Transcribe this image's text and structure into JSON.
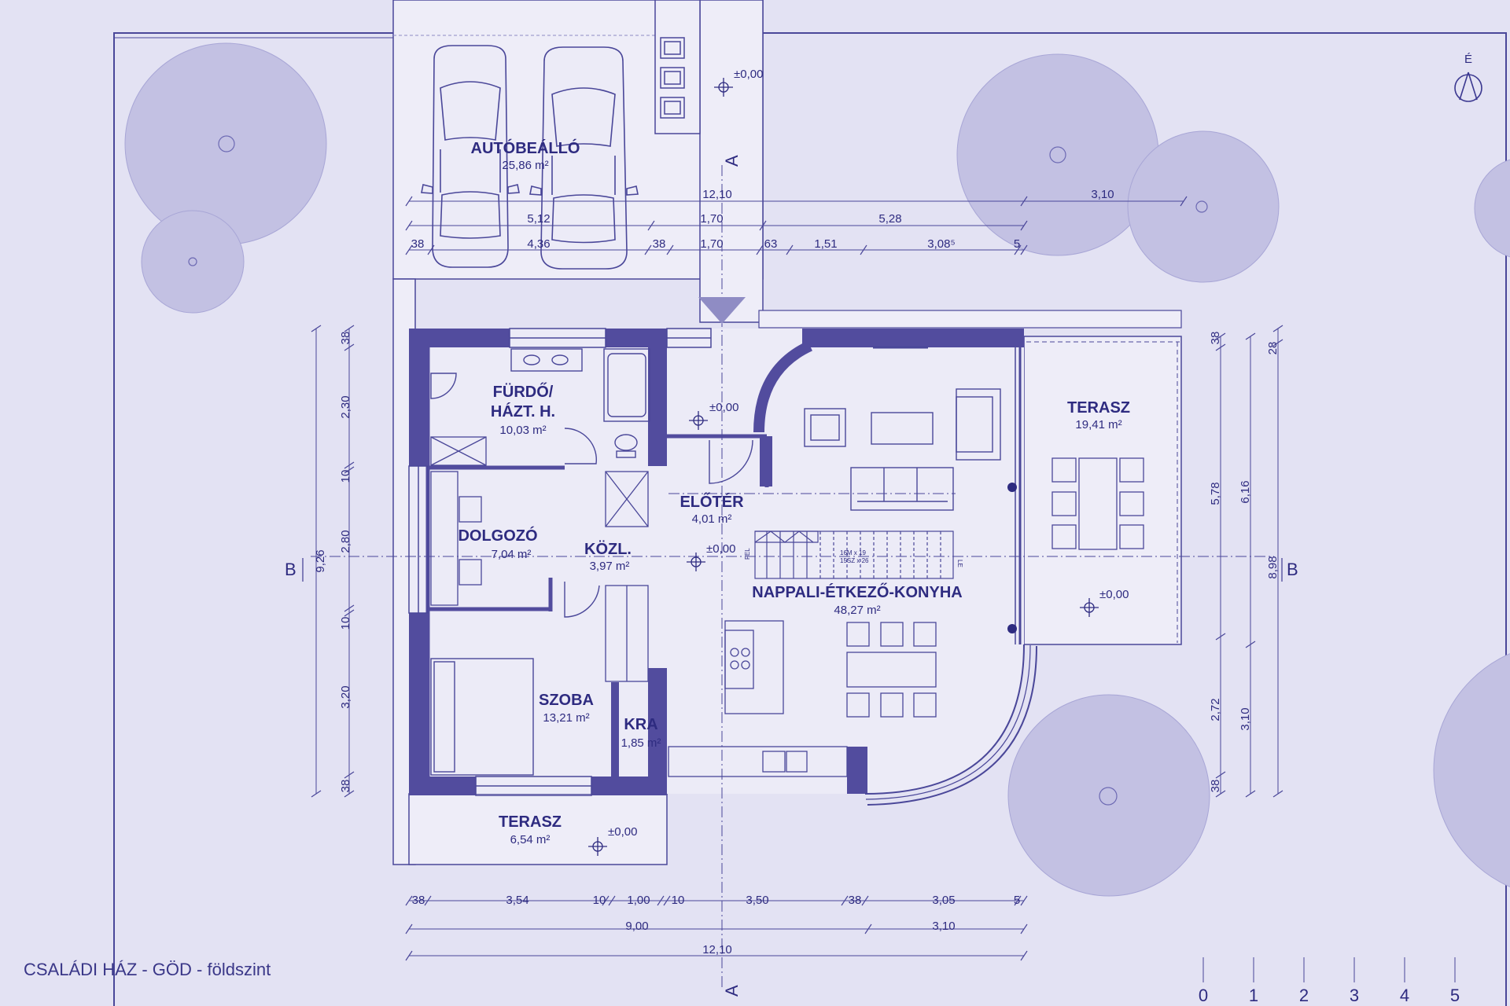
{
  "title": "CSALÁDI HÁZ - GÖD - földszint",
  "north": "É",
  "colors": {
    "background": "#e3e2f3",
    "wall": "#524c9e",
    "line": "#3b3890",
    "tree": "#c3c1e3",
    "interior": "#ecebf7"
  },
  "rooms": [
    {
      "name": "AUTÓBEÁLLÓ",
      "area": "25,86 m²"
    },
    {
      "name": "FÜRDŐ/",
      "name2": "HÁZT. H.",
      "area": "10,03 m²"
    },
    {
      "name": "DOLGOZÓ",
      "area": "7,04 m²"
    },
    {
      "name": "KÖZL.",
      "area": "3,97 m²"
    },
    {
      "name": "SZOBA",
      "area": "13,21 m²"
    },
    {
      "name": "KRA",
      "area": "1,85 m²"
    },
    {
      "name": "ELŐTÉR",
      "area": "4,01 m²"
    },
    {
      "name": "NAPPALI-ÉTKEZŐ-KONYHA",
      "area": "48,27 m²"
    },
    {
      "name": "TERASZ",
      "area": "19,41 m²"
    },
    {
      "name": "TERASZ",
      "area": "6,54 m²"
    }
  ],
  "levels": [
    "±0,00",
    "±0,00",
    "±0,00",
    "±0,00",
    "±0,00"
  ],
  "section_marks": [
    "A",
    "A",
    "B",
    "B"
  ],
  "dims_top": {
    "row1": [
      "12,10",
      "3,10"
    ],
    "row2": [
      "5,12",
      "1,70",
      "5,28"
    ],
    "row3": [
      "38",
      "4,36",
      "38",
      "1,70",
      "63",
      "1,51",
      "3,08⁵",
      "5"
    ]
  },
  "dims_bottom": {
    "row1": [
      "38",
      "3,54",
      "10",
      "1,00",
      "10",
      "3,50",
      "38",
      "3,05",
      "5"
    ],
    "row2": [
      "9,00",
      "3,10"
    ],
    "row3": [
      "12,10"
    ]
  },
  "dims_left": {
    "outer": "9,26",
    "inner": [
      "38",
      "2,30",
      "10",
      "2,80",
      "10",
      "3,20",
      "38"
    ]
  },
  "dims_right": {
    "inner": [
      "38",
      "5,78",
      "2,72",
      "38"
    ],
    "mid": [
      "6,16",
      "3,10"
    ],
    "outer": [
      "28",
      "8,98"
    ]
  },
  "stair": {
    "fel": "FEL",
    "le": "LE",
    "note1": "16M x 19",
    "note2": "15SZ x 26"
  },
  "scale": [
    "0",
    "1",
    "2",
    "3",
    "4",
    "5"
  ]
}
